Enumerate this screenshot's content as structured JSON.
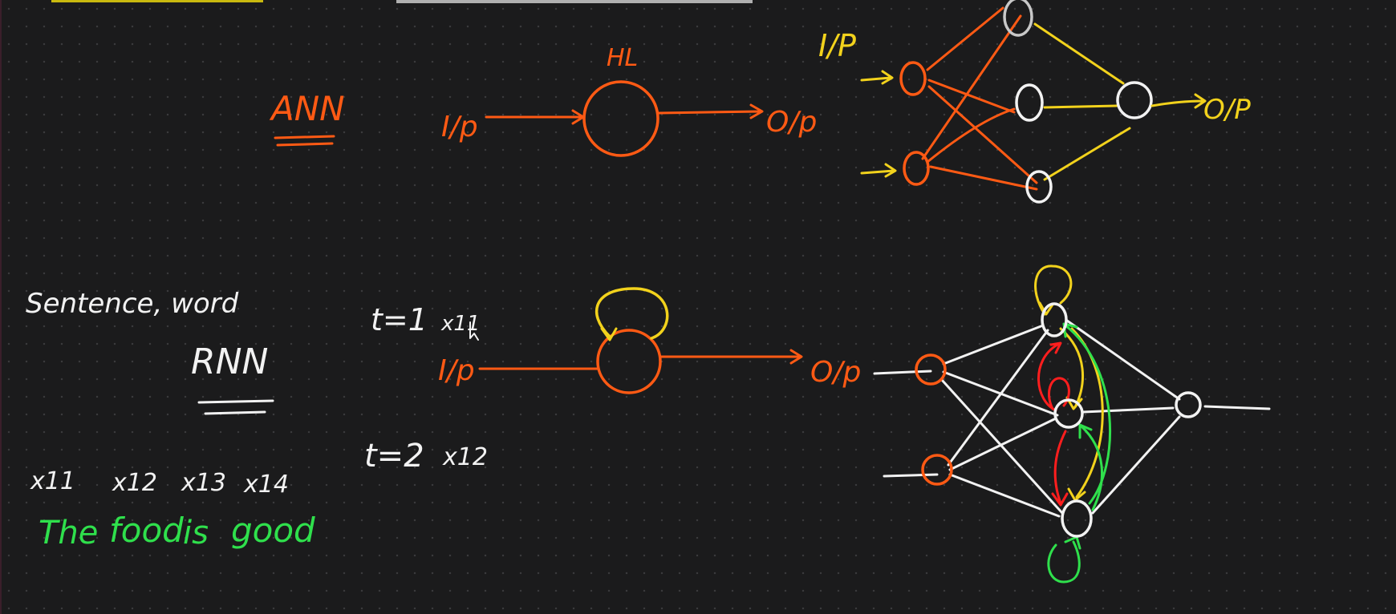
{
  "colors": {
    "background": "#1b1b1c",
    "orange": "#ff5a14",
    "yellow": "#f2d21c",
    "white": "#f2f2f2",
    "green": "#2fe04c",
    "red": "#ff1e1e",
    "toolbar_yellow": "#c9b90f",
    "toolbar_gray": "#b0b0b0"
  },
  "ann": {
    "title": "ANN",
    "hidden_label": "HL",
    "input_label": "I/p",
    "output_label": "O/p",
    "network_input_label": "I/P",
    "network_output_label": "O/P"
  },
  "rnn": {
    "left_note": "Sentence, word",
    "title": "RNN",
    "t1_label": "t=1",
    "t1_input": "x11",
    "t2_label": "t=2",
    "t2_input": "x12",
    "input_label": "I/p",
    "output_label": "O/p"
  },
  "sentence": {
    "indices": [
      "x11",
      "x12",
      "x13",
      "x14"
    ],
    "words": [
      "The",
      "food",
      "is",
      "good"
    ]
  }
}
